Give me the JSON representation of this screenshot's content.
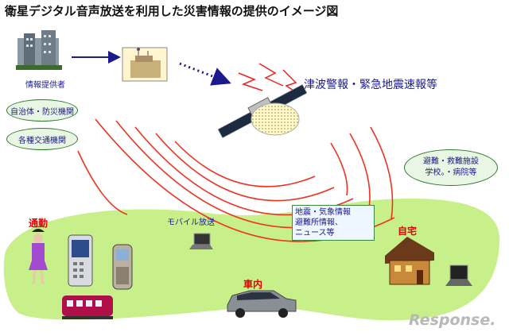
{
  "title": "衛星デジタル音声放送を利用した災害情報の提供のイメージ図",
  "provider_label": "情報提供者",
  "broadcast_content": "津波警報・緊急地震速報等",
  "providers": [
    "自治体・防災機関",
    "各種交通機関"
  ],
  "facilities": [
    "避難・救難施設",
    "学校。・病院等"
  ],
  "mobile_broadcast": "モバイル放送",
  "info_lines": [
    "地震・気象情報",
    "避難所情報、",
    "ニュース等"
  ],
  "receivers": {
    "commute": "通勤",
    "in_car": "車内",
    "home": "自宅"
  },
  "watermark": "Response.",
  "colors": {
    "ground": "#c8f08a",
    "wave": "#ee3322",
    "text": "#1a1a8c",
    "accent": "#e00000"
  }
}
